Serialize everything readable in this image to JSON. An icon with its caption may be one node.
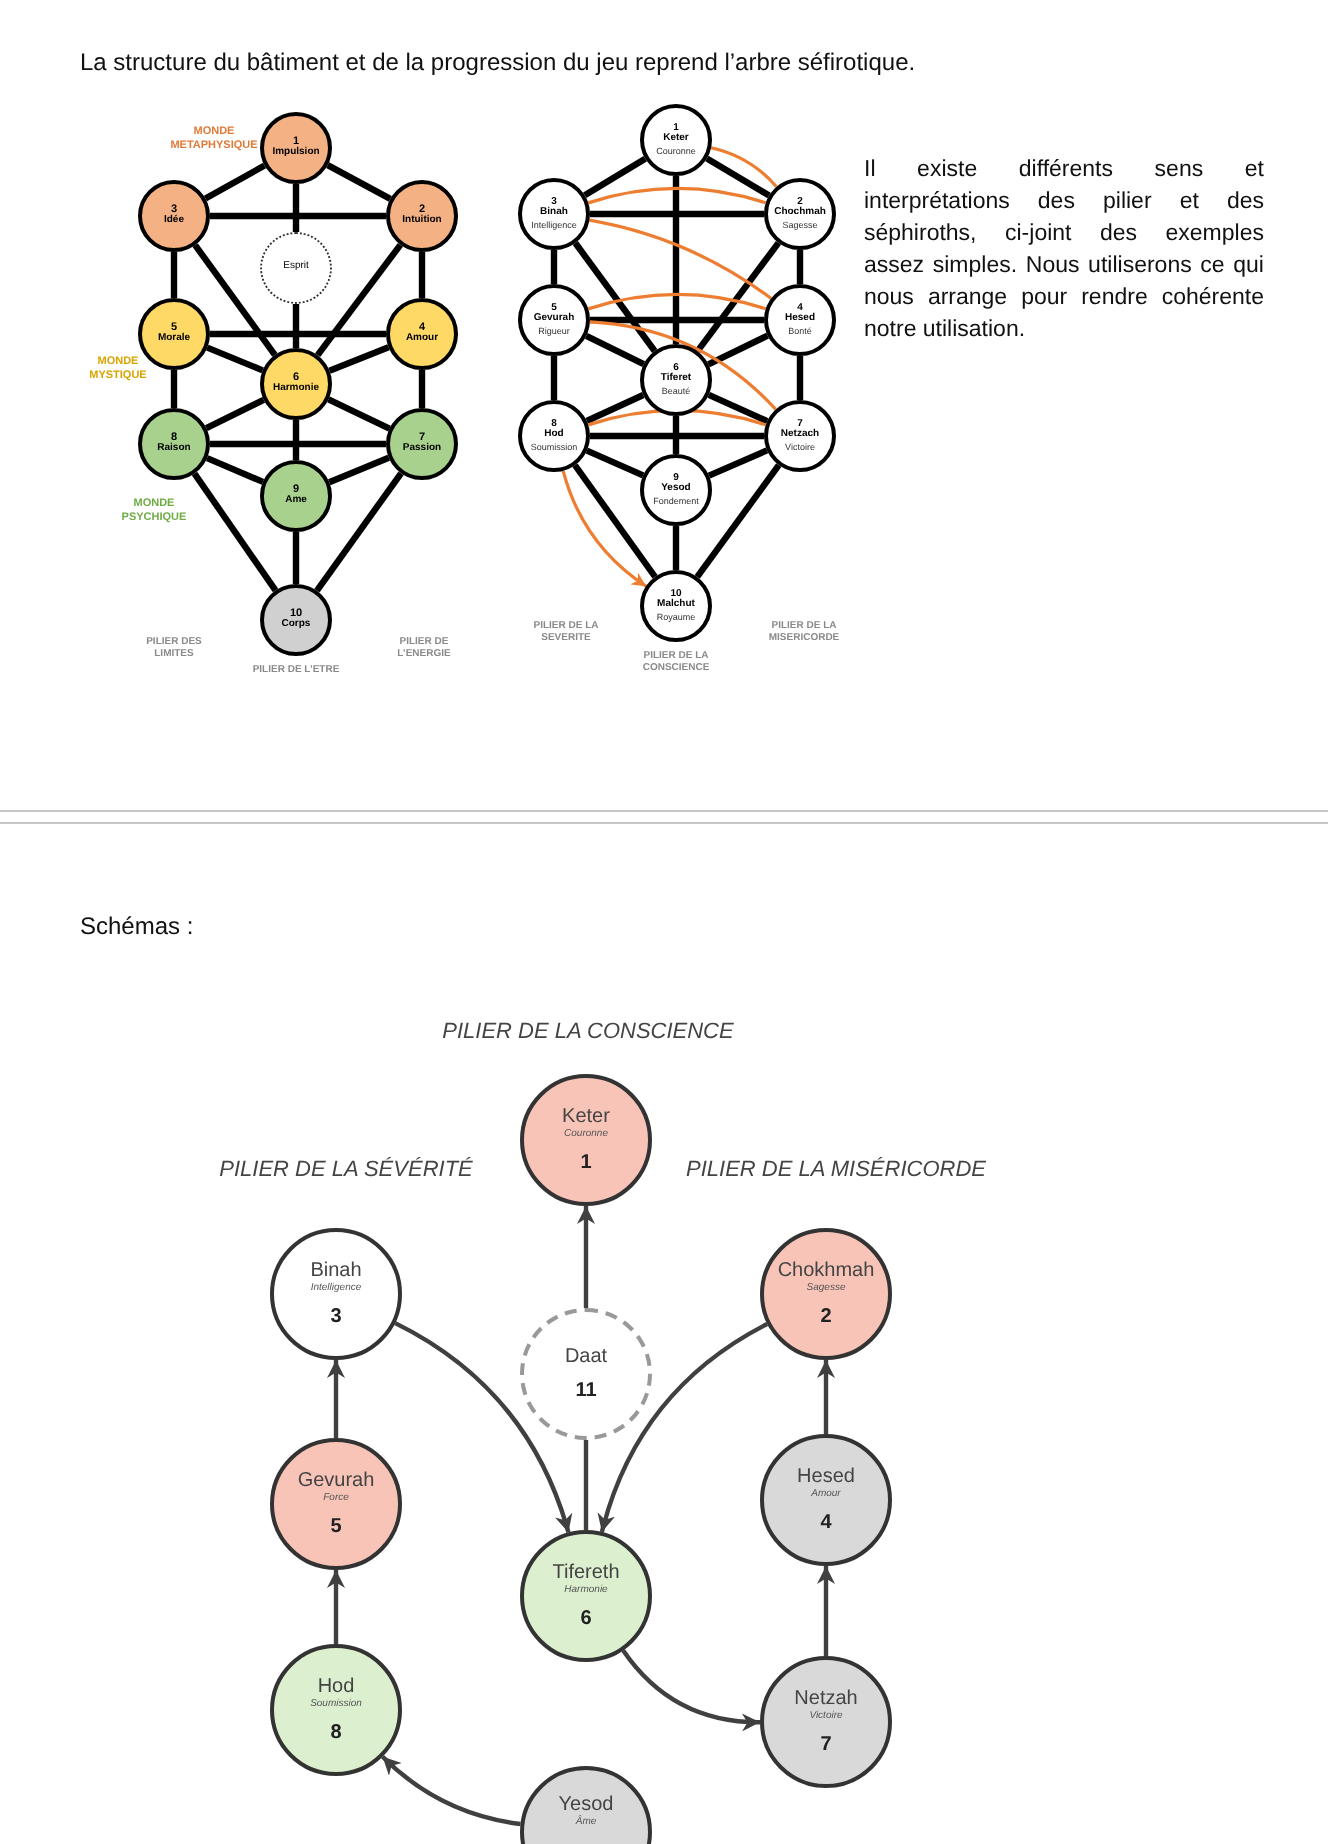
{
  "diagram": {
    "title": "La structure du bâtiment et de la progression du jeu reprend l’arbre séfirotique.",
    "nodes": [
      {
        "text": [
          "1",
          "Impulsion"
        ]
      },
      {
        "text": [
          "3",
          "Idée"
        ]
      },
      {
        "text": [
          "2",
          "Intuition"
        ]
      },
      {
        "text": [
          "Esprit"
        ]
      },
      {
        "text": [
          "5",
          "Morale"
        ]
      },
      {
        "text": [
          "4",
          "Amour"
        ]
      },
      {
        "text": [
          "6",
          "Harmonie"
        ]
      },
      {
        "text": [
          "8",
          "Raison"
        ]
      },
      {
        "text": [
          "7",
          "Passion"
        ]
      },
      {
        "text": [
          "9",
          "Ame"
        ]
      },
      {
        "text": [
          "10",
          "Corps"
        ]
      },
      {
        "text": [
          "1",
          "Keter",
          "Couronne"
        ]
      },
      {
        "text": [
          "3",
          "Binah",
          "Intelligence"
        ]
      },
      {
        "text": [
          "2",
          "Chochmah",
          "Sagesse"
        ]
      },
      {
        "text": [
          "5",
          "Gevurah",
          "Rigueur"
        ]
      },
      {
        "text": [
          "4",
          "Hesed",
          "Bonté"
        ]
      },
      {
        "text": [
          "6",
          "Tiferet",
          "Beauté"
        ]
      },
      {
        "text": [
          "8",
          "Hod",
          "Soumission"
        ]
      },
      {
        "text": [
          "7",
          "Netzach",
          "Victoire"
        ]
      },
      {
        "text": [
          "9",
          "Yesod",
          "Fondement"
        ]
      },
      {
        "text": [
          "10",
          "Malchut",
          "Royaume"
        ]
      },
      {
        "text": [
          "Keter",
          "Couronne",
          "1"
        ]
      },
      {
        "text": [
          "Binah",
          "Intelligence",
          "3"
        ]
      },
      {
        "text": [
          "Chokhmah",
          "Sagesse",
          "2"
        ]
      },
      {
        "text": [
          "Daat",
          "11"
        ]
      },
      {
        "text": [
          "Gevurah",
          "Force",
          "5"
        ]
      },
      {
        "text": [
          "Hesed",
          "Amour",
          "4"
        ]
      },
      {
        "text": [
          "Tifereth",
          "Harmonie",
          "6"
        ]
      },
      {
        "text": [
          "Hod",
          "Soumission",
          "8"
        ]
      },
      {
        "text": [
          "Netzah",
          "Victoire",
          "7"
        ]
      },
      {
        "text": [
          "Yesod",
          "Âme"
        ]
      }
    ],
    "edges": [
      {
        "from": 0,
        "to": 2,
        "arrow": "none"
      },
      {
        "from": 0,
        "to": 1,
        "arrow": "none"
      },
      {
        "from": 0,
        "to": 3,
        "arrow": "none"
      },
      {
        "from": 2,
        "to": 1,
        "arrow": "none"
      },
      {
        "from": 2,
        "to": 5,
        "arrow": "none"
      },
      {
        "from": 2,
        "to": 6,
        "arrow": "none"
      },
      {
        "from": 1,
        "to": 4,
        "arrow": "none"
      },
      {
        "from": 1,
        "to": 6,
        "arrow": "none"
      },
      {
        "from": 5,
        "to": 4,
        "arrow": "none"
      },
      {
        "from": 5,
        "to": 6,
        "arrow": "none"
      },
      {
        "from": 5,
        "to": 8,
        "arrow": "none"
      },
      {
        "from": 4,
        "to": 6,
        "arrow": "none"
      },
      {
        "from": 4,
        "to": 7,
        "arrow": "none"
      },
      {
        "from": 6,
        "to": 8,
        "arrow": "none"
      },
      {
        "from": 6,
        "to": 7,
        "arrow": "none"
      },
      {
        "from": 6,
        "to": 9,
        "arrow": "none"
      },
      {
        "from": 8,
        "to": 7,
        "arrow": "none"
      },
      {
        "from": 8,
        "to": 9,
        "arrow": "none"
      },
      {
        "from": 7,
        "to": 9,
        "arrow": "none"
      },
      {
        "from": 8,
        "to": 10,
        "arrow": "none"
      },
      {
        "from": 7,
        "to": 10,
        "arrow": "none"
      },
      {
        "from": 9,
        "to": 10,
        "arrow": "none"
      },
      {
        "from": 11,
        "to": 13,
        "arrow": "none"
      },
      {
        "from": 11,
        "to": 12,
        "arrow": "none"
      },
      {
        "from": 11,
        "to": 16,
        "arrow": "none"
      },
      {
        "from": 13,
        "to": 12,
        "arrow": "none"
      },
      {
        "from": 13,
        "to": 15,
        "arrow": "none"
      },
      {
        "from": 13,
        "to": 16,
        "arrow": "none"
      },
      {
        "from": 12,
        "to": 14,
        "arrow": "none"
      },
      {
        "from": 12,
        "to": 16,
        "arrow": "none"
      },
      {
        "from": 15,
        "to": 14,
        "arrow": "none"
      },
      {
        "from": 15,
        "to": 16,
        "arrow": "none"
      },
      {
        "from": 15,
        "to": 18,
        "arrow": "none"
      },
      {
        "from": 14,
        "to": 16,
        "arrow": "none"
      },
      {
        "from": 14,
        "to": 17,
        "arrow": "none"
      },
      {
        "from": 16,
        "to": 18,
        "arrow": "none"
      },
      {
        "from": 16,
        "to": 17,
        "arrow": "none"
      },
      {
        "from": 16,
        "to": 19,
        "arrow": "none"
      },
      {
        "from": 18,
        "to": 17,
        "arrow": "none"
      },
      {
        "from": 18,
        "to": 19,
        "arrow": "none"
      },
      {
        "from": 17,
        "to": 19,
        "arrow": "none"
      },
      {
        "from": 18,
        "to": 20,
        "arrow": "none"
      },
      {
        "from": 17,
        "to": 20,
        "arrow": "none"
      },
      {
        "from": 19,
        "to": 20,
        "arrow": "none"
      },
      {
        "from": 11,
        "to": 13,
        "arrow": "none",
        "color": "#ed7d31"
      },
      {
        "from": 13,
        "to": 12,
        "arrow": "none",
        "color": "#ed7d31"
      },
      {
        "from": 12,
        "to": 15,
        "arrow": "none",
        "color": "#ed7d31"
      },
      {
        "from": 15,
        "to": 14,
        "arrow": "none",
        "color": "#ed7d31"
      },
      {
        "from": 14,
        "to": 18,
        "arrow": "none",
        "color": "#ed7d31"
      },
      {
        "from": 18,
        "to": 17,
        "arrow": "none",
        "color": "#ed7d31"
      },
      {
        "from": 17,
        "to": 20,
        "arrow": "to",
        "color": "#ed7d31"
      },
      {
        "from": 24,
        "to": 21,
        "arrow": "to",
        "color": "#404040"
      },
      {
        "from": 24,
        "to": 27,
        "arrow": "none",
        "color": "#404040"
      },
      {
        "from": 22,
        "to": 27,
        "arrow": "to",
        "color": "#404040"
      },
      {
        "from": 23,
        "to": 27,
        "arrow": "to",
        "color": "#404040"
      },
      {
        "from": 25,
        "to": 22,
        "arrow": "to",
        "color": "#404040"
      },
      {
        "from": 28,
        "to": 25,
        "arrow": "to",
        "color": "#404040"
      },
      {
        "from": 27,
        "to": 29,
        "arrow": "to",
        "color": "#404040"
      },
      {
        "from": 29,
        "to": 26,
        "arrow": "to",
        "color": "#404040"
      },
      {
        "from": 26,
        "to": 23,
        "arrow": "to",
        "color": "#404040"
      },
      {
        "from": 30,
        "to": 28,
        "arrow": "to",
        "color": "#404040"
      },
      {
        "from": 3,
        "to": 6,
        "arrow": "none"
      }
    ],
    "labels": [
      "MONDE METAPHYSIQUE",
      "MONDE MYSTIQUE",
      "MONDE PSYCHIQUE",
      "PILIER DES LIMITES",
      "PILIER DE L’ETRE",
      "PILIER DE L’ENERGIE",
      "PILIER DE LA SEVERITE",
      "PILIER DE LA CONSCIENCE",
      "PILIER DE LA MISERICORDE",
      "Il existe différents sens et interprétations des pilier et des séphiroths, ci-joint des exemples assez simples. Nous utiliserons ce qui nous arrange pour rendre cohérente notre utilisation.",
      "Schémas :",
      "PILIER DE LA CONSCIENCE",
      "PILIER DE LA SÉVÉRITÉ",
      "PILIER DE LA MISÉRICORDE"
    ]
  }
}
